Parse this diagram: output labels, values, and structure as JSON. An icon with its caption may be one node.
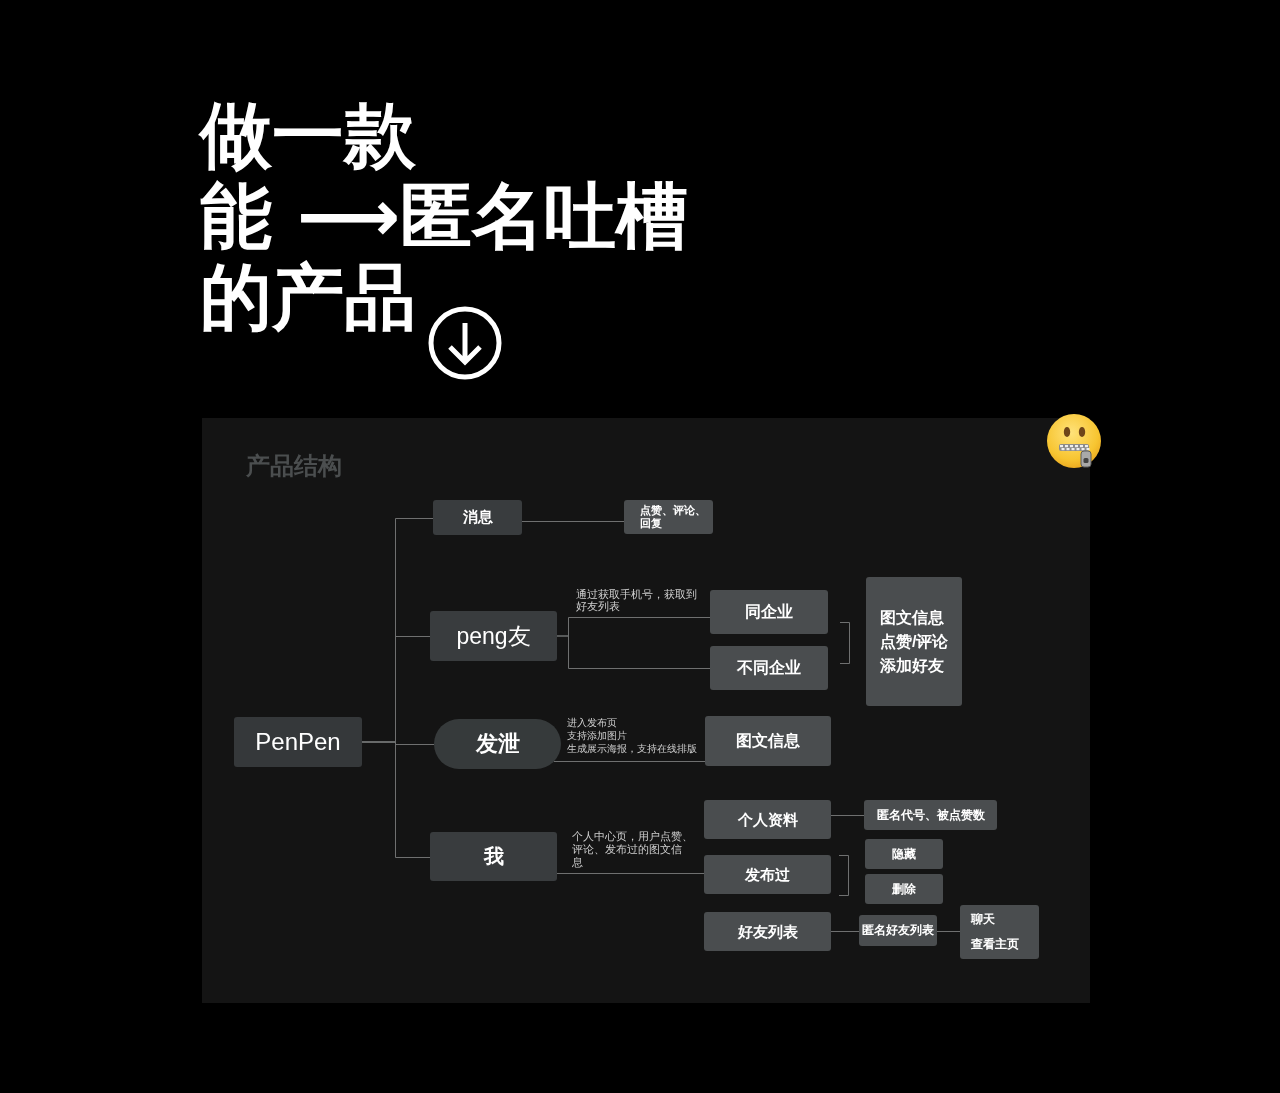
{
  "diagram": {
    "title": "做一款能 ⟶匿名吐槽的产品",
    "nodes": [
      {
        "text": [
          "PenPen"
        ]
      },
      {
        "text": [
          "消息"
        ]
      },
      {
        "text": [
          "点赞、评论、回复"
        ]
      },
      {
        "text": [
          "peng友"
        ]
      },
      {
        "text": [
          "同企业"
        ]
      },
      {
        "text": [
          "不同企业"
        ]
      },
      {
        "text": [
          "图文信息",
          "点赞/评论",
          "添加好友"
        ]
      },
      {
        "text": [
          "发泄"
        ]
      },
      {
        "text": [
          "图文信息"
        ]
      },
      {
        "text": [
          "我"
        ]
      },
      {
        "text": [
          "个人资料"
        ]
      },
      {
        "text": [
          "匿名代号、被点赞数"
        ]
      },
      {
        "text": [
          "发布过"
        ]
      },
      {
        "text": [
          "隐藏"
        ]
      },
      {
        "text": [
          "删除"
        ]
      },
      {
        "text": [
          "好友列表"
        ]
      },
      {
        "text": [
          "匿名好友列表"
        ]
      },
      {
        "text": [
          "聊天",
          "查看主页"
        ]
      }
    ],
    "edges": [
      {
        "from": 0,
        "to": 1,
        "arrow": "none"
      },
      {
        "from": 0,
        "to": 3,
        "arrow": "none"
      },
      {
        "from": 0,
        "to": 7,
        "arrow": "none"
      },
      {
        "from": 0,
        "to": 9,
        "arrow": "none"
      },
      {
        "from": 1,
        "to": 2,
        "arrow": "none"
      },
      {
        "from": 3,
        "to": 4,
        "arrow": "none",
        "label": "通过获取手机号，获取到好友列表"
      },
      {
        "from": 3,
        "to": 5,
        "arrow": "none"
      },
      {
        "from": 7,
        "to": 8,
        "arrow": "none",
        "label": "进入发布页支持添加图片生成展示海报，支持在线排版"
      },
      {
        "from": 9,
        "to": 12,
        "arrow": "none",
        "label": "个人中心页，用户点赞、评论、发布过的图文信息"
      },
      {
        "from": 10,
        "to": 11,
        "arrow": "none"
      },
      {
        "from": 15,
        "to": 16,
        "arrow": "none"
      },
      {
        "from": 16,
        "to": 17,
        "arrow": "none"
      }
    ],
    "labels": [
      "产品结构"
    ]
  }
}
